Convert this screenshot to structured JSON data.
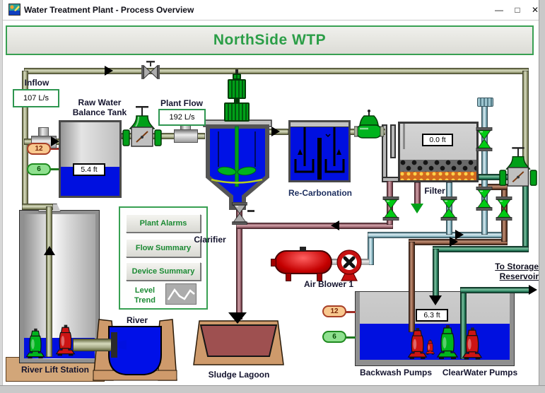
{
  "window": {
    "title": "Water Treatment Plant - Process Overview",
    "controls": {
      "minimize": "—",
      "maximize": "□",
      "close": "✕"
    }
  },
  "banner": {
    "title": "NorthSide WTP"
  },
  "inflow": {
    "label": "Inflow",
    "value": "107 L/s"
  },
  "plant_flow": {
    "label": "Plant Flow",
    "value": "192 L/s"
  },
  "balance_tank": {
    "label_line1": "Raw Water",
    "label_line2": "Balance Tank",
    "level": "5.4 ft",
    "indicator_top": "12",
    "indicator_bottom": "6"
  },
  "clarifier": {
    "label": "Clarifier"
  },
  "recarbonation": {
    "label": "Re-Carbonation"
  },
  "filter": {
    "label": "Filter",
    "level": "0.0 ft"
  },
  "buttons_panel": {
    "buttons": [
      "Plant Alarms",
      "Flow Summary",
      "Device Summary"
    ],
    "trend_line1": "Level",
    "trend_line2": "Trend"
  },
  "air_blower": {
    "label": "Air Blower 1"
  },
  "lift_station": {
    "label": "River Lift Station"
  },
  "river": {
    "label": "River"
  },
  "sludge_lagoon": {
    "label": "Sludge Lagoon"
  },
  "clearwell": {
    "level": "6.3 ft",
    "indicator_top": "12",
    "indicator_bottom": "6",
    "backwash_label": "Backwash Pumps",
    "clearwater_label": "ClearWater Pumps"
  },
  "storage_link": {
    "line1": "To Storage",
    "line2": "Reservoir"
  },
  "colors": {
    "accent_green": "#2B9E47",
    "water_blue": "#0010E0",
    "pipe_raw_water": "#A9AD8B",
    "pipe_sludge": "#A5707A",
    "pipe_air": "#9CC4CE",
    "pipe_backwash": "#8E5A42",
    "pipe_clear_water": "#2E8562",
    "pump_green": "#00B41E",
    "pump_red": "#CC1414",
    "alarm_red": "#C81010"
  }
}
